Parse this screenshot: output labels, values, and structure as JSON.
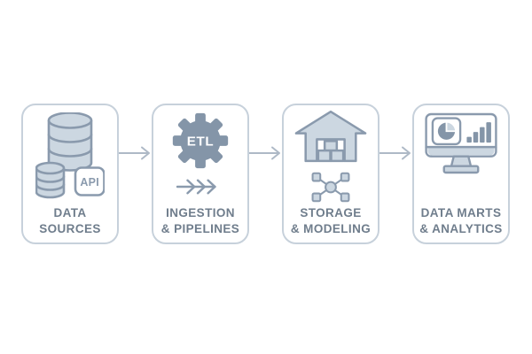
{
  "stages": [
    {
      "label": {
        "line1": "DATA",
        "line2": "SOURCES"
      },
      "icons": [
        "database-large-icon",
        "database-small-icon",
        "api-badge-icon"
      ],
      "api_badge_text": "API"
    },
    {
      "label": {
        "line1": "INGESTION",
        "line2": "& PIPELINES"
      },
      "icons": [
        "etl-gear-icon",
        "triple-chevron-arrow-icon"
      ],
      "gear_text": "ETL"
    },
    {
      "label": {
        "line1": "STORAGE",
        "line2": "& MODELING"
      },
      "icons": [
        "warehouse-icon",
        "network-nodes-icon"
      ]
    },
    {
      "label": {
        "line1": "DATA MARTS",
        "line2": "& ANALYTICS"
      },
      "icons": [
        "monitor-icon",
        "pie-chart-icon",
        "bar-chart-icon"
      ]
    }
  ],
  "connectors": {
    "count": 3,
    "direction": "right"
  },
  "colors": {
    "background": "#ffffff",
    "node_border": "#c7d1db",
    "node_fill": "#ffffff",
    "icon_stroke": "#8a9aad",
    "icon_fill": "#ccd7e1",
    "icon_solid": "#8495a8",
    "label_text": "#6f7d8c",
    "connector": "#aeb9c6"
  }
}
